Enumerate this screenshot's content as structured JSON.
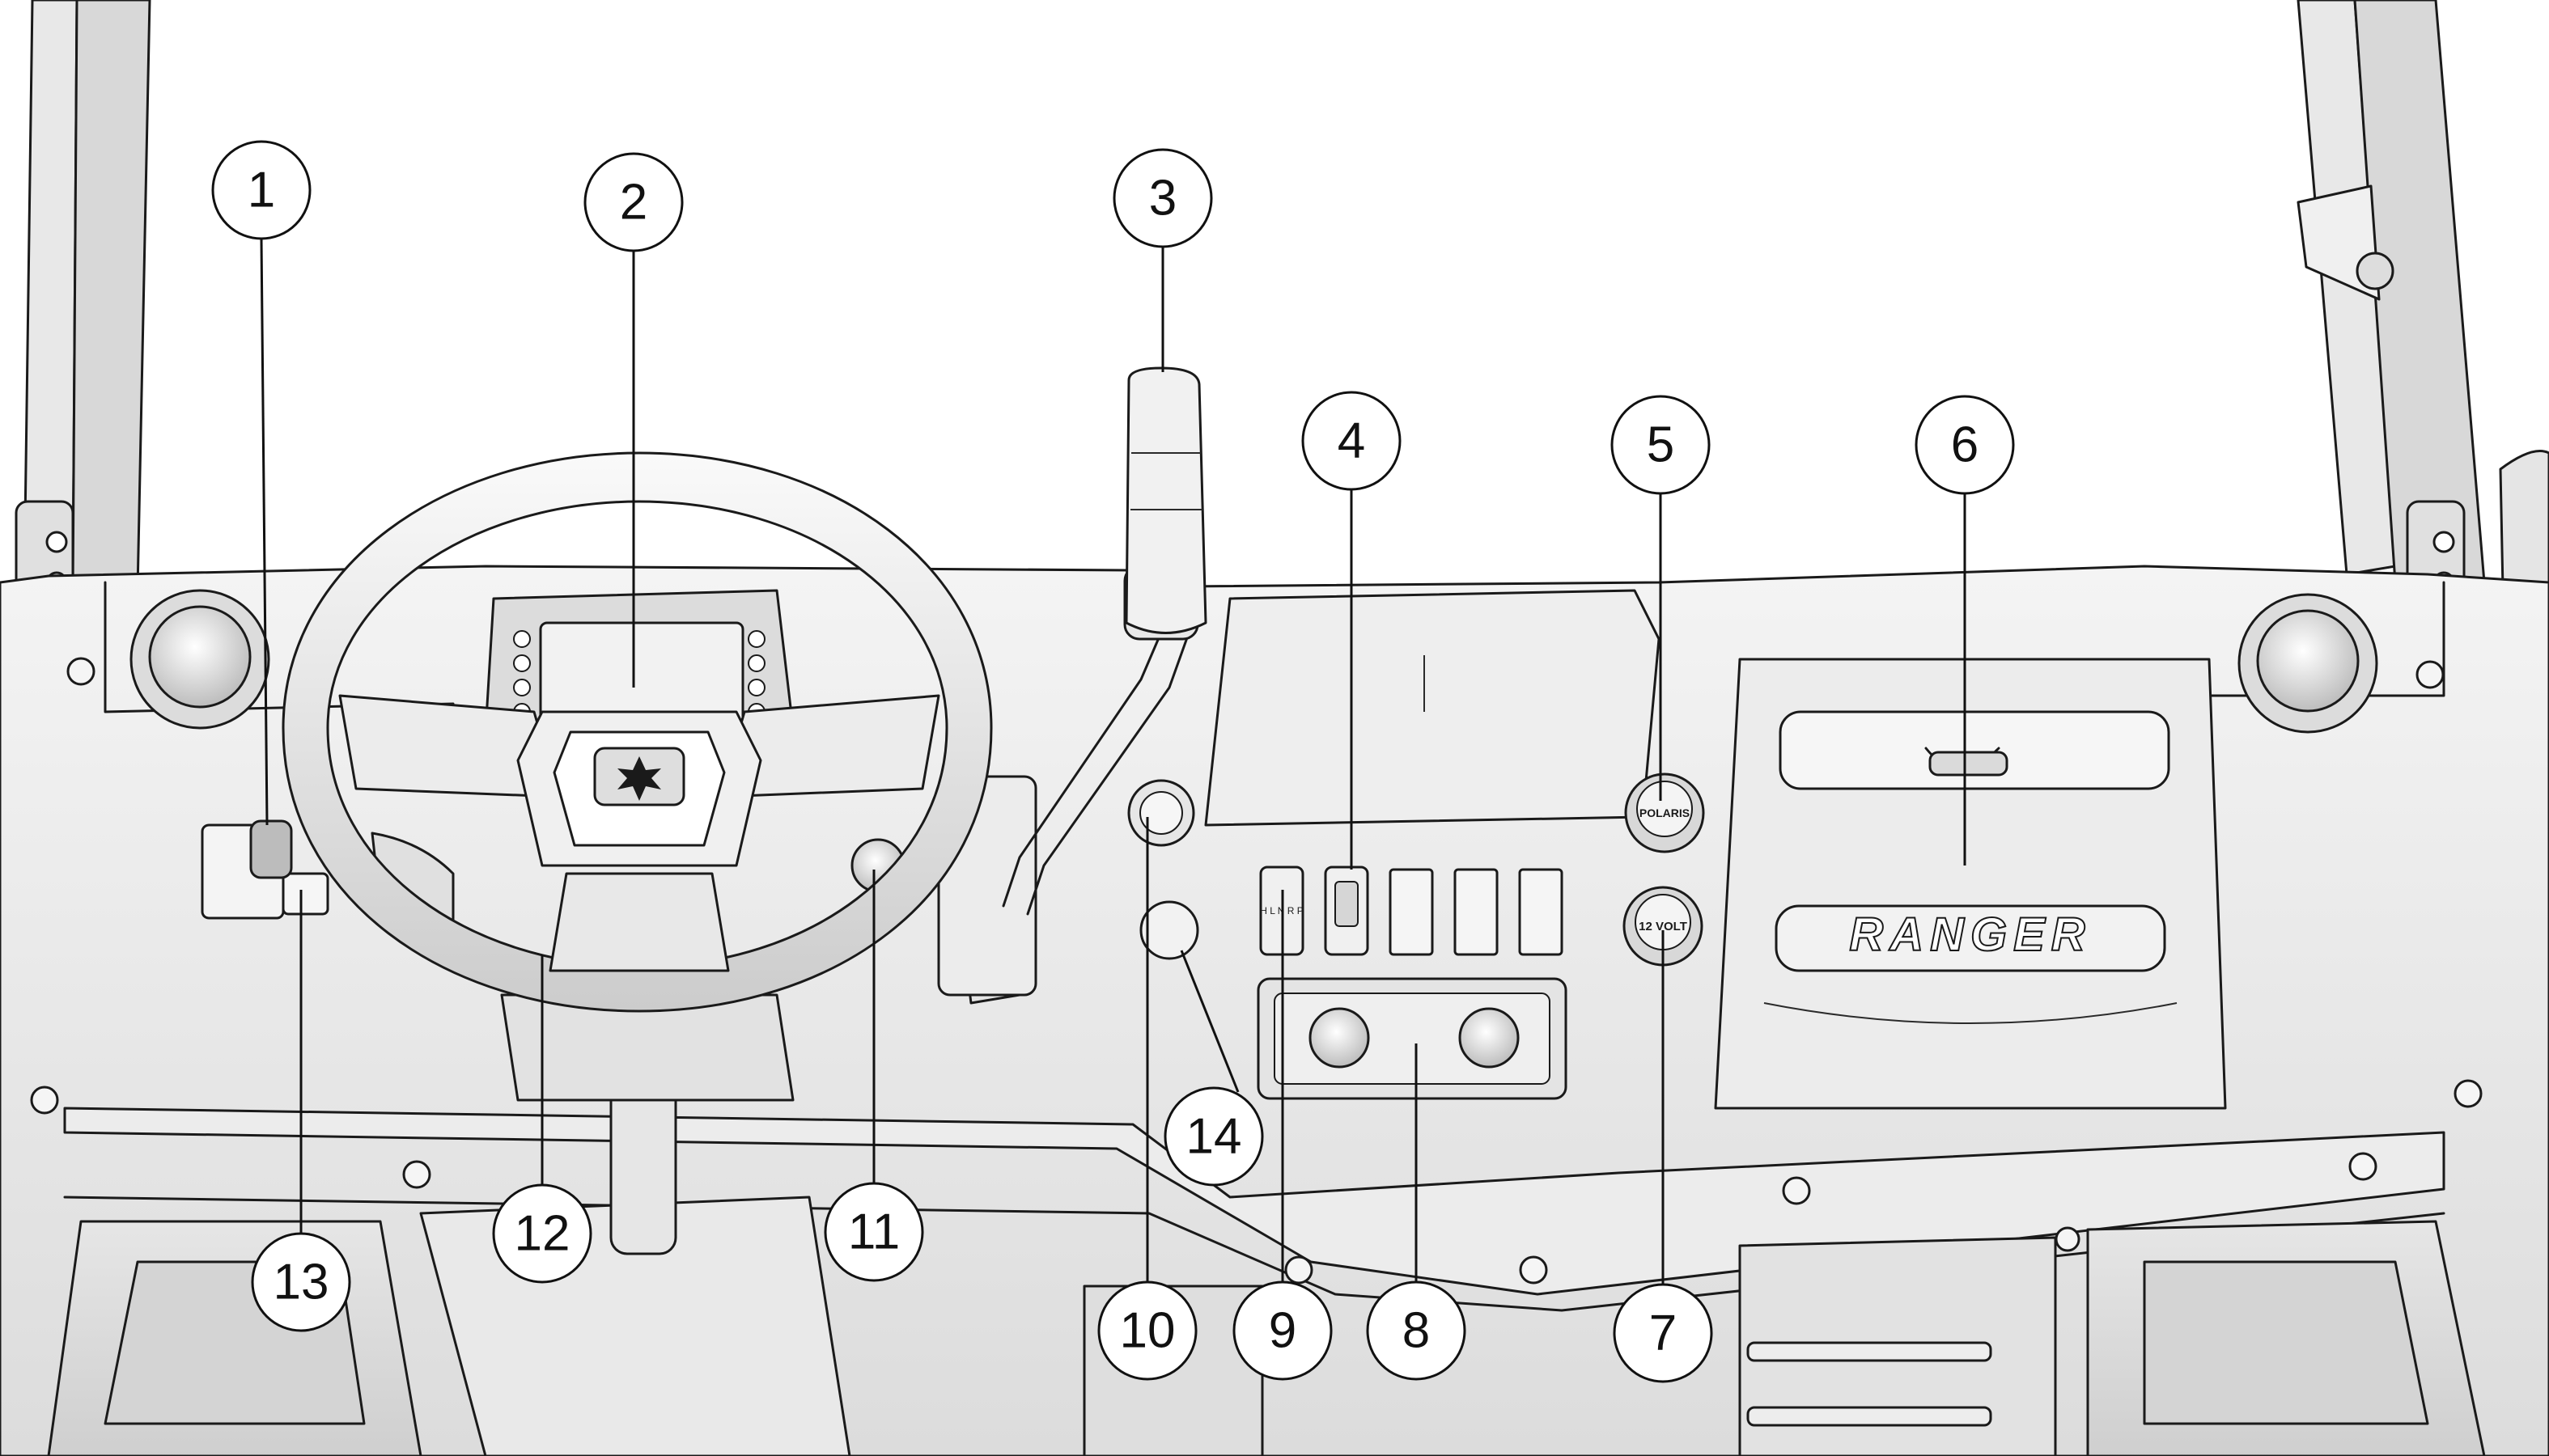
{
  "diagram": {
    "callouts": [
      {
        "id": "1",
        "label": "1"
      },
      {
        "id": "2",
        "label": "2"
      },
      {
        "id": "3",
        "label": "3"
      },
      {
        "id": "4",
        "label": "4"
      },
      {
        "id": "5",
        "label": "5"
      },
      {
        "id": "6",
        "label": "6"
      },
      {
        "id": "7",
        "label": "7"
      },
      {
        "id": "8",
        "label": "8"
      },
      {
        "id": "9",
        "label": "9"
      },
      {
        "id": "10",
        "label": "10"
      },
      {
        "id": "11",
        "label": "11"
      },
      {
        "id": "12",
        "label": "12"
      },
      {
        "id": "13",
        "label": "13"
      },
      {
        "id": "14",
        "label": "14"
      }
    ],
    "dash_logo_text": "RANGER",
    "outlet_top_text": "POLARIS",
    "outlet_bottom_text": "12 VOLT",
    "switch_letters": "H L N R P"
  }
}
